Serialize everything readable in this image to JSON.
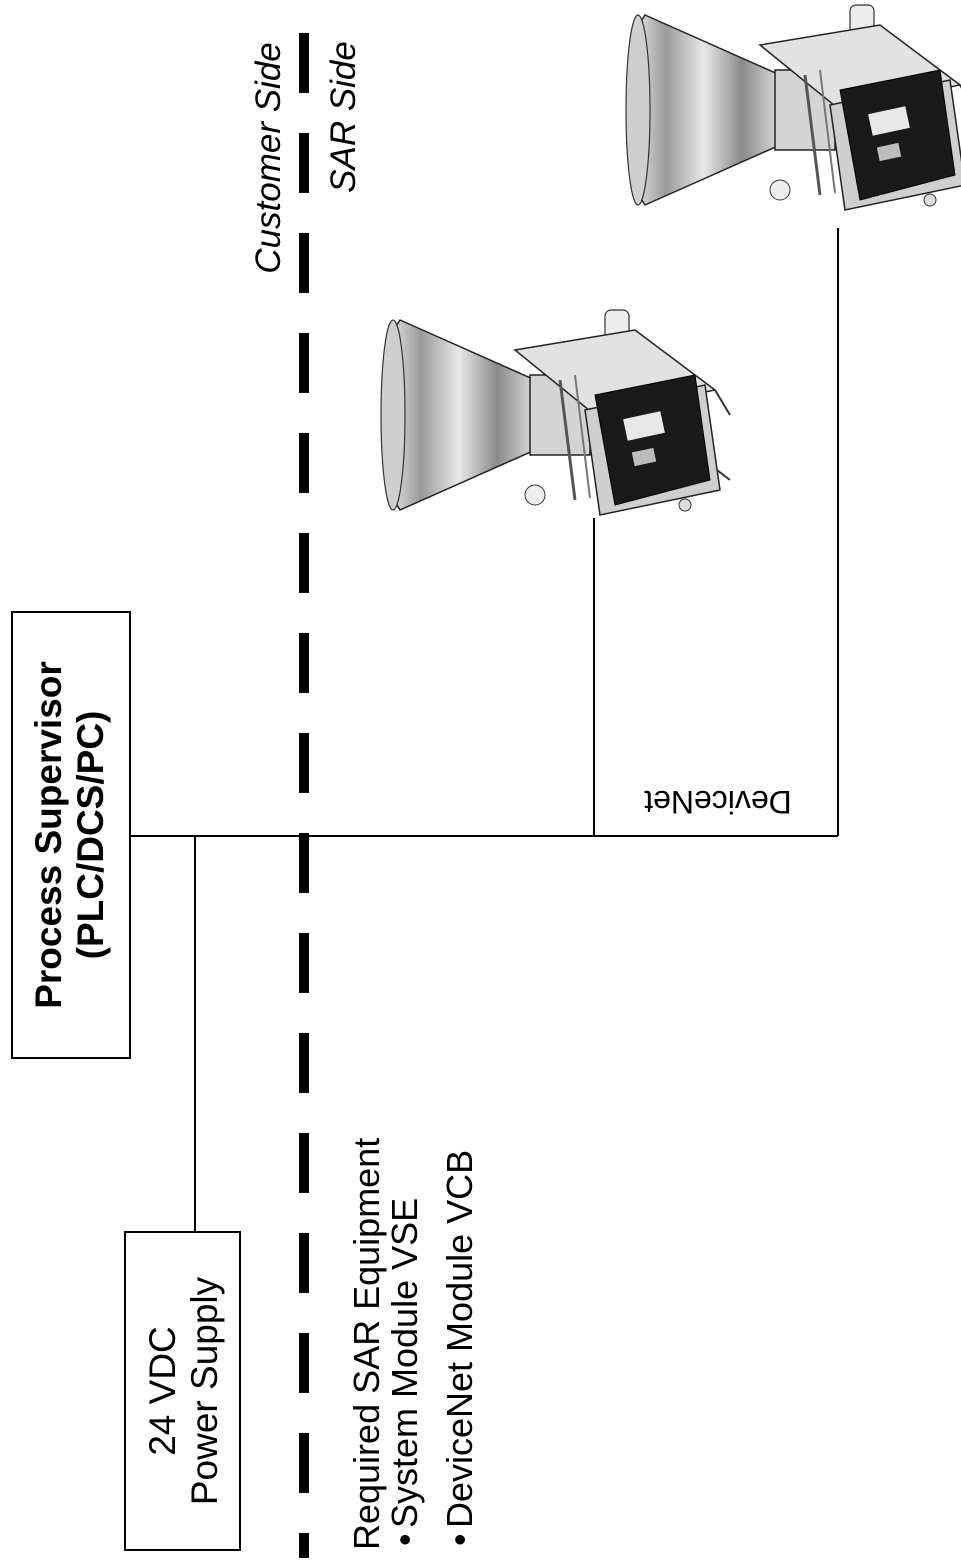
{
  "diagram": {
    "supervisor": {
      "line1": "Process Supervisor",
      "line2": "(PLC/DCS/PC)"
    },
    "power_supply": {
      "line1": "24 VDC",
      "line2": "Power Supply"
    },
    "required_equipment": {
      "heading": "Required SAR Equipment",
      "items": [
        "System Module VSE",
        "DeviceNet Module VCB"
      ]
    },
    "boundary": {
      "customer_side": "Customer Side",
      "sar_side": "SAR Side"
    },
    "network_label": "DeviceNet"
  },
  "colors": {
    "line": "#000000",
    "background": "#ffffff"
  },
  "images": [
    {
      "icon": "vacuum-pump-module-icon"
    },
    {
      "icon": "vacuum-pump-module-icon"
    }
  ]
}
